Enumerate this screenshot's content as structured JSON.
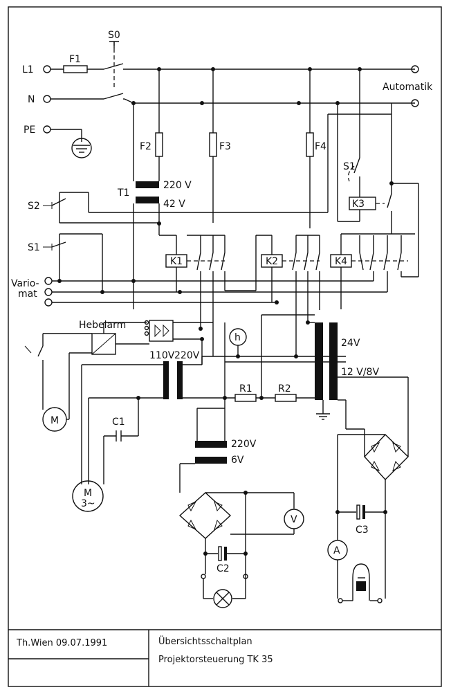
{
  "labels": {
    "s0": "S0",
    "f1": "F1",
    "l1": "L1",
    "n": "N",
    "pe": "PE",
    "automatik": "Automatik",
    "f2": "F2",
    "f3": "F3",
    "f4": "F4",
    "t1": "T1",
    "t1_primary": "220 V",
    "t1_secondary": "42 V",
    "s1_top": "S1",
    "k3": "K3",
    "s2": "S2",
    "s1_left": "S1",
    "k1": "K1",
    "k2": "K2",
    "k4": "K4",
    "variomat_1": "Vario-",
    "variomat_2": "mat",
    "hebelarm": "Hebelarm",
    "h": "h",
    "v24": "24V",
    "v12_8": "12 V/8V",
    "v110": "110V",
    "v220": "220V",
    "r1": "R1",
    "r2": "R2",
    "m": "M",
    "m3_1": "M",
    "m3_2": "3~",
    "c1": "C1",
    "t_lamp_primary": "220V",
    "t_lamp_secondary": "6V",
    "v": "V",
    "c2": "C2",
    "c3": "C3",
    "a": "A"
  },
  "title_block": {
    "author_date": "Th.Wien  09.07.1991",
    "title_line1": "Übersichtsschaltplan",
    "title_line2": "Projektorsteuerung TK 35"
  }
}
